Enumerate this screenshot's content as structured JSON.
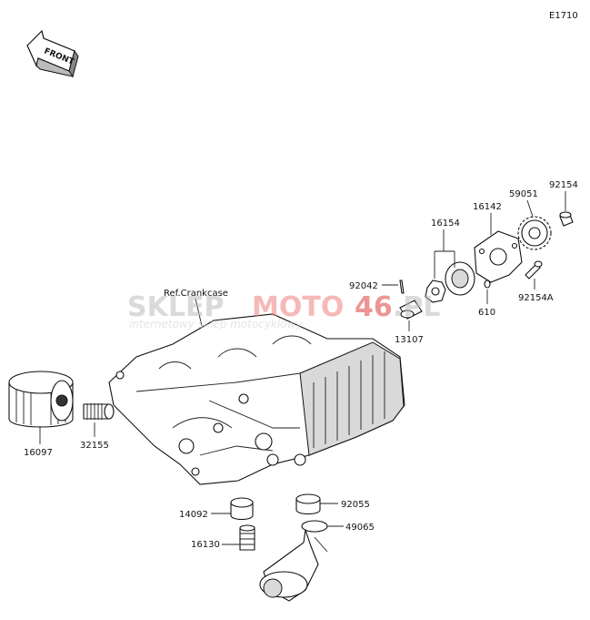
{
  "diagram_code": "E1710",
  "front_label": "FRONT",
  "reference_label": "Ref.Crankcase",
  "parts": {
    "p92154": "92154",
    "p59051": "59051",
    "p16142": "16142",
    "p16154": "16154",
    "p92042": "92042",
    "p92154A": "92154A",
    "p610": "610",
    "p13107": "13107",
    "p16097": "16097",
    "p32155": "32155",
    "p14092": "14092",
    "p92055": "92055",
    "p49065": "49065",
    "p16130": "16130"
  },
  "watermark": {
    "brand_a": "SKLEP",
    "brand_b": "MOTO",
    "brand_c": "46",
    "brand_d": ".PL",
    "tagline": "internetowy sklep motocyklowy"
  }
}
